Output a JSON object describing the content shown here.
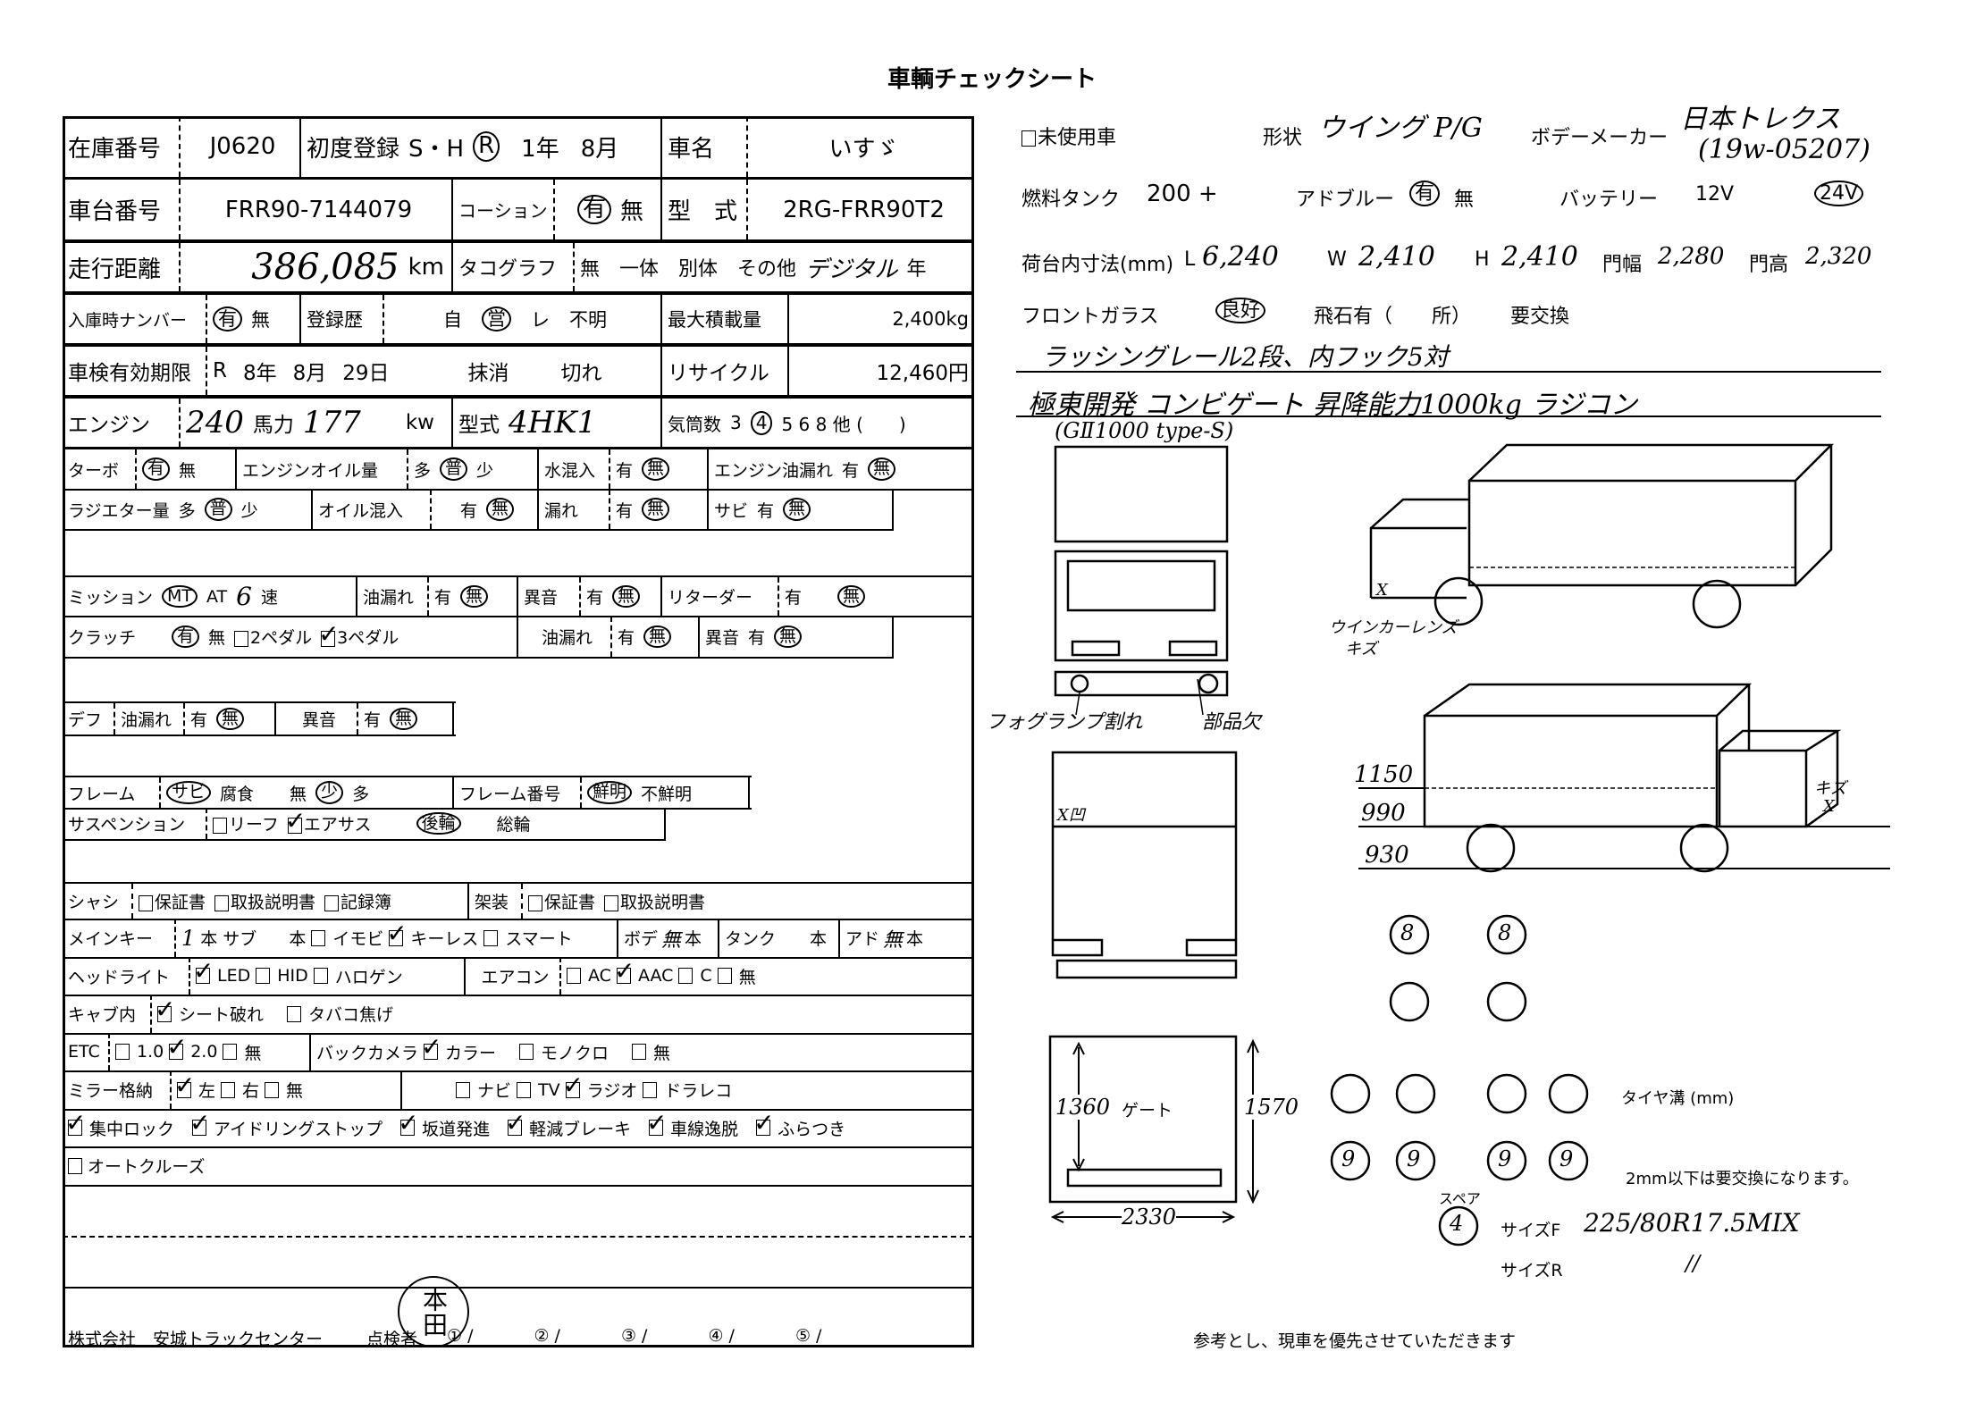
{
  "title": "車輌チェックシート",
  "common": {
    "yes": "有",
    "no": "無"
  },
  "r1": {
    "stock_label": "在庫番号",
    "stock_no": "J0620",
    "first_reg_label": "初度登録",
    "era_s": "S・H",
    "era_r": "R",
    "year": "1年",
    "month": "8月",
    "name_label": "車名",
    "name": "いすゞ"
  },
  "r2": {
    "chassis_label": "車台番号",
    "chassis_no": "FRR90-7144079",
    "caution_label": "コーション",
    "model_label": "型　式",
    "model": "2RG-FRR90T2"
  },
  "r3": {
    "mileage_label": "走行距離",
    "mileage": "386,085",
    "unit": "km",
    "tacho_label": "タコグラフ",
    "tacho_opts": "無　一体　別体　その他",
    "tacho_value": "デジタル",
    "year": "年"
  },
  "r4": {
    "plate_label": "入庫時ナンバー",
    "history_label": "登録歴",
    "hist_own": "自",
    "hist_biz": "営",
    "hist_rent": "レ",
    "hist_unknown": "不明",
    "max_load_label": "最大積載量",
    "max_load": "2,400kg"
  },
  "r5": {
    "inspection_label": "車検有効期限",
    "era": "R",
    "year": "8年",
    "month": "8月",
    "day": "29日",
    "cancel": "抹消",
    "expired": "切れ",
    "recycle_label": "リサイクル",
    "recycle": "12,460円"
  },
  "r6": {
    "engine_label": "エンジン",
    "hp": "240",
    "hp_unit": "馬力",
    "kw": "177",
    "kw_unit": "kw",
    "type_label": "型式",
    "type": "4HK1",
    "cyl_label": "気筒数",
    "cyl_3": "3",
    "cyl_4": "4",
    "cyl_rest": "5 6 8 他 (　　)"
  },
  "r7": {
    "turbo_label": "ターボ",
    "oil_level_label": "エンジンオイル量",
    "many": "多",
    "normal": "普",
    "few": "少",
    "water_label": "水混入",
    "engine_leak_label": "エンジン油漏れ"
  },
  "r8": {
    "radiator_label": "ラジエター量",
    "oil_mix_label": "オイル混入",
    "leak_label": "漏れ",
    "rust_label": "サビ"
  },
  "mission": {
    "label": "ミッション",
    "mt": "MT",
    "at": "AT",
    "speeds": "6",
    "speed_unit": "速",
    "oil_leak": "油漏れ",
    "noise": "異音",
    "retarder": "リターダー"
  },
  "clutch": {
    "label": "クラッチ",
    "pedal2": "2ペダル",
    "pedal3": "3ペダル"
  },
  "diff": {
    "label": "デフ"
  },
  "frame": {
    "label": "フレーム",
    "rust": "サビ",
    "corrosion": "腐食",
    "none": "無",
    "few": "少",
    "many": "多",
    "number_label": "フレーム番号",
    "clear": "鮮明",
    "unclear": "不鮮明"
  },
  "suspension": {
    "label": "サスペンション",
    "leaf": "リーフ",
    "air": "エアサス",
    "rear": "後輪",
    "all": "総輪"
  },
  "docs": {
    "label": "シャシ",
    "warranty": "保証書",
    "manual": "取扱説明書",
    "record": "記録簿",
    "body_label": "架装"
  },
  "keys": {
    "label": "メインキー",
    "main_count": "1",
    "unit": "本",
    "sub": "サブ",
    "immobi": "イモビ",
    "keyless": "キーレス",
    "smart": "スマート",
    "body": "ボデ",
    "body_count": "無",
    "tank": "タンク",
    "adblue": "アド",
    "adblue_count": "無"
  },
  "headlight": {
    "label": "ヘッドライト",
    "led": "LED",
    "hid": "HID",
    "halogen": "ハロゲン",
    "ac_label": "エアコン",
    "ac": "AC",
    "aac": "AAC",
    "c": "C",
    "none": "無"
  },
  "cab": {
    "label": "キャブ内",
    "seat": "シート破れ",
    "burn": "タバコ焦げ"
  },
  "etc": {
    "label": "ETC",
    "v1": "1.0",
    "v2": "2.0",
    "none": "無",
    "camera_label": "バックカメラ",
    "color": "カラー",
    "mono": "モノクロ"
  },
  "mirror": {
    "label": "ミラー格納",
    "left": "左",
    "right": "右",
    "none": "無",
    "navi": "ナビ",
    "tv": "TV",
    "radio": "ラジオ",
    "dashcam": "ドラレコ"
  },
  "features": [
    "集中ロック",
    "アイドリングストップ",
    "坂道発進",
    "軽減ブレーキ",
    "車線逸脱",
    "ふらつき"
  ],
  "autocruise": "オートクルーズ",
  "footer": {
    "company": "株式会社　安城トラックセンター",
    "inspector_label": "点検者",
    "slots": [
      "① /",
      "② /",
      "③ /",
      "④ /",
      "⑤ /"
    ],
    "stamp": "本田"
  },
  "right": {
    "unused": "未使用車",
    "shape_label": "形状",
    "shape": "ウイング P/G",
    "body_maker_label": "ボデーメーカー",
    "body_maker": "日本トレクス",
    "body_serial": "(19w-05207)",
    "fuel_label": "燃料タンク",
    "fuel": "200 +",
    "adblue_label": "アドブルー",
    "battery_label": "バッテリー",
    "v12": "12V",
    "v24": "24V",
    "cargo_label": "荷台内寸法(mm)",
    "L_label": "L",
    "L": "6,240",
    "W_label": "W",
    "W": "2,410",
    "H_label": "H",
    "H": "2,410",
    "door_w_label": "門幅",
    "door_w": "2,280",
    "door_h_label": "門高",
    "door_h": "2,320",
    "glass_label": "フロントガラス",
    "glass_good": "良好",
    "glass_chip": "飛石有（　　所）",
    "glass_replace": "要交換",
    "note1": "ラッシングレール2段、内フック5対",
    "note2": "極東開発 コンビゲート 昇降能力1000kg ラジコン",
    "note3": "(GⅡ1000 type-S)"
  },
  "diagrams": {
    "fog": "フォグランプ割れ",
    "part": "部品欠",
    "dent": "X凹",
    "winker": "ウインカーレンズ",
    "scratch": "キズ",
    "x": "X",
    "h1150": "1150",
    "h990": "990",
    "h930": "930",
    "gate_h": "1360",
    "gate_label": "ゲート",
    "door_h": "1570",
    "door_w": "2330"
  },
  "tires": {
    "front": [
      "8",
      "8"
    ],
    "rear": [
      "9",
      "9",
      "9",
      "9"
    ],
    "spare_label": "スペア",
    "spare": "4",
    "label": "タイヤ溝 (mm)",
    "note": "2mm以下は要交換になります。",
    "size_f_label": "サイズF",
    "size_f": "225/80R17.5MIX",
    "size_r_label": "サイズR",
    "size_r": "//"
  },
  "footer_note": "参考とし、現車を優先させていただきます"
}
